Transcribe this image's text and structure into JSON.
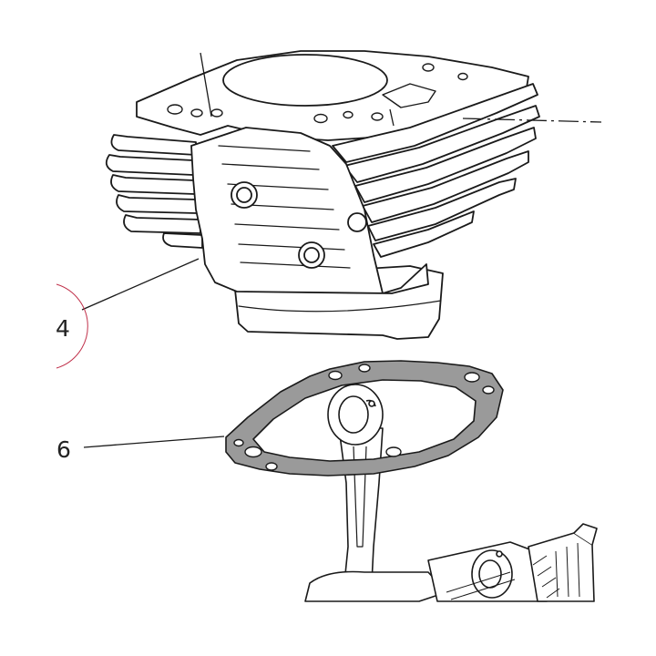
{
  "diagram": {
    "callouts": [
      {
        "id": "4",
        "text": "4",
        "part": "cylinder"
      },
      {
        "id": "6",
        "text": "6",
        "part": "cylinder-base-gasket"
      }
    ],
    "colors": {
      "line": "#1a1a1a",
      "gasket_fill": "#9a9a9a",
      "highlight_circle": "#c0304a",
      "background": "#ffffff"
    }
  }
}
